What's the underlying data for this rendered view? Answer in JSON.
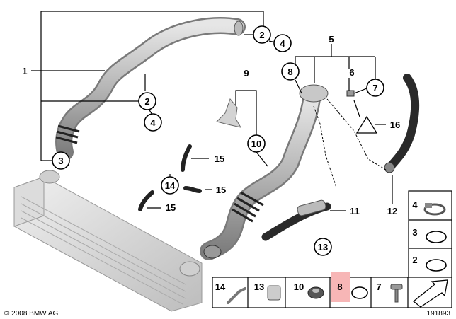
{
  "callouts": {
    "c1": "1",
    "c2a": "2",
    "c4a": "4",
    "c2b": "2",
    "c4b": "4",
    "c3": "3",
    "c5": "5",
    "c8": "8",
    "c6": "6",
    "c7": "7",
    "c9": "9",
    "c10": "10",
    "c16": "16",
    "c15a": "15",
    "c14": "14",
    "c15b": "15",
    "c15c": "15",
    "c11": "11",
    "c12": "12",
    "c13": "13"
  },
  "legend": {
    "items": [
      {
        "num": "4"
      },
      {
        "num": "3"
      },
      {
        "num": "2"
      },
      {
        "num": "14"
      },
      {
        "num": "13"
      },
      {
        "num": "10"
      },
      {
        "num": "8"
      },
      {
        "num": "7"
      }
    ],
    "highlight_color": "#f7b6b6"
  },
  "footer": {
    "copyright": "© 2008 BMW AG",
    "part_number": "191893"
  }
}
